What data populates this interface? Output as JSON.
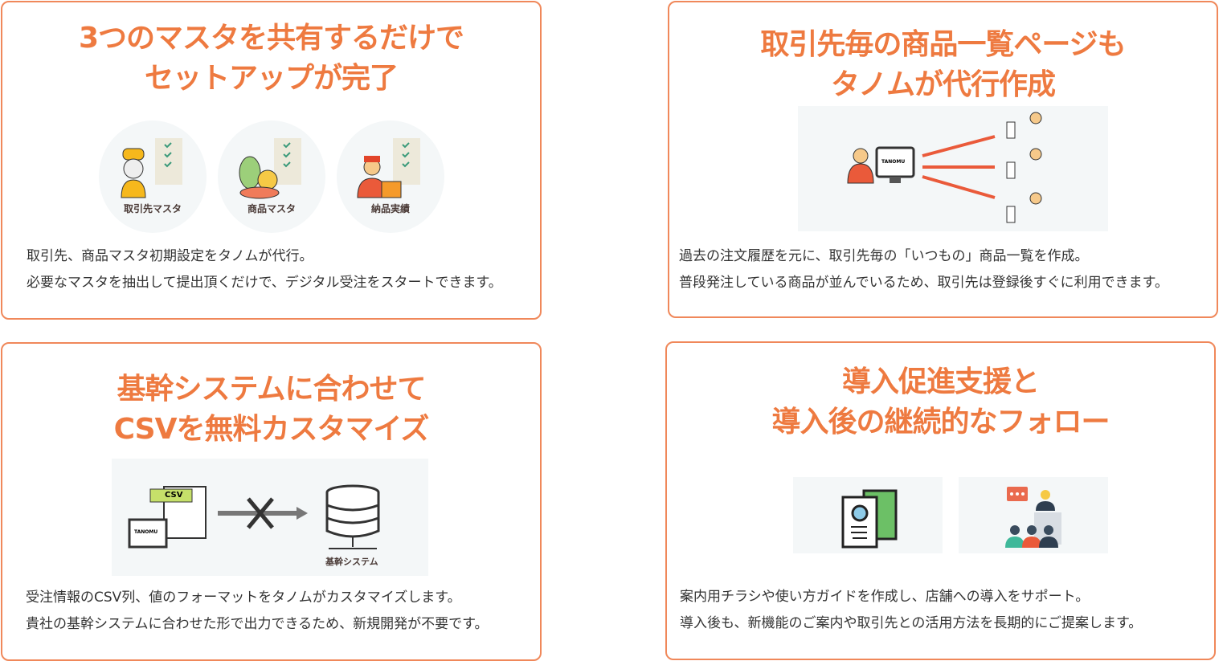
{
  "cards": [
    {
      "title": [
        "3つのマスタを共有するだけで",
        "セットアップが完了"
      ],
      "items": [
        "取引先マスタ",
        "商品マスタ",
        "納品実績"
      ],
      "desc": [
        "取引先、商品マスタ初期設定をタノムが代行。",
        "必要なマスタを抽出して提出頂くだけで、デジタル受注をスタートできます。"
      ]
    },
    {
      "title": [
        "取引先毎の商品一覧ページも",
        "タノムが代行作成"
      ],
      "screen_label": "TANOMU",
      "desc": [
        "過去の注文履歴を元に、取引先毎の「いつもの」商品一覧を作成。",
        "普段発注している商品が並んでいるため、取引先は登録後すぐに利用できます。"
      ]
    },
    {
      "title": [
        "基幹システムに合わせて",
        "CSVを無料カスタマイズ"
      ],
      "csv_label": "CSV",
      "screen_label": "TANOMU",
      "db_label": "基幹システム",
      "desc": [
        "受注情報のCSV列、値のフォーマットをタノムがカスタマイズします。",
        "貴社の基幹システムに合わせた形で出力できるため、新規開発が不要です。"
      ]
    },
    {
      "title": [
        "導入促進支援と",
        "導入後の継続的なフォロー"
      ],
      "desc": [
        "案内用チラシや使い方ガイドを作成し、店舗への導入をサポート。",
        "導入後も、新機能のご案内や取引先との活用方法を長期的にご提案します。"
      ]
    }
  ],
  "colors": {
    "accent": "#ee7a40",
    "border": "#f0885a"
  }
}
